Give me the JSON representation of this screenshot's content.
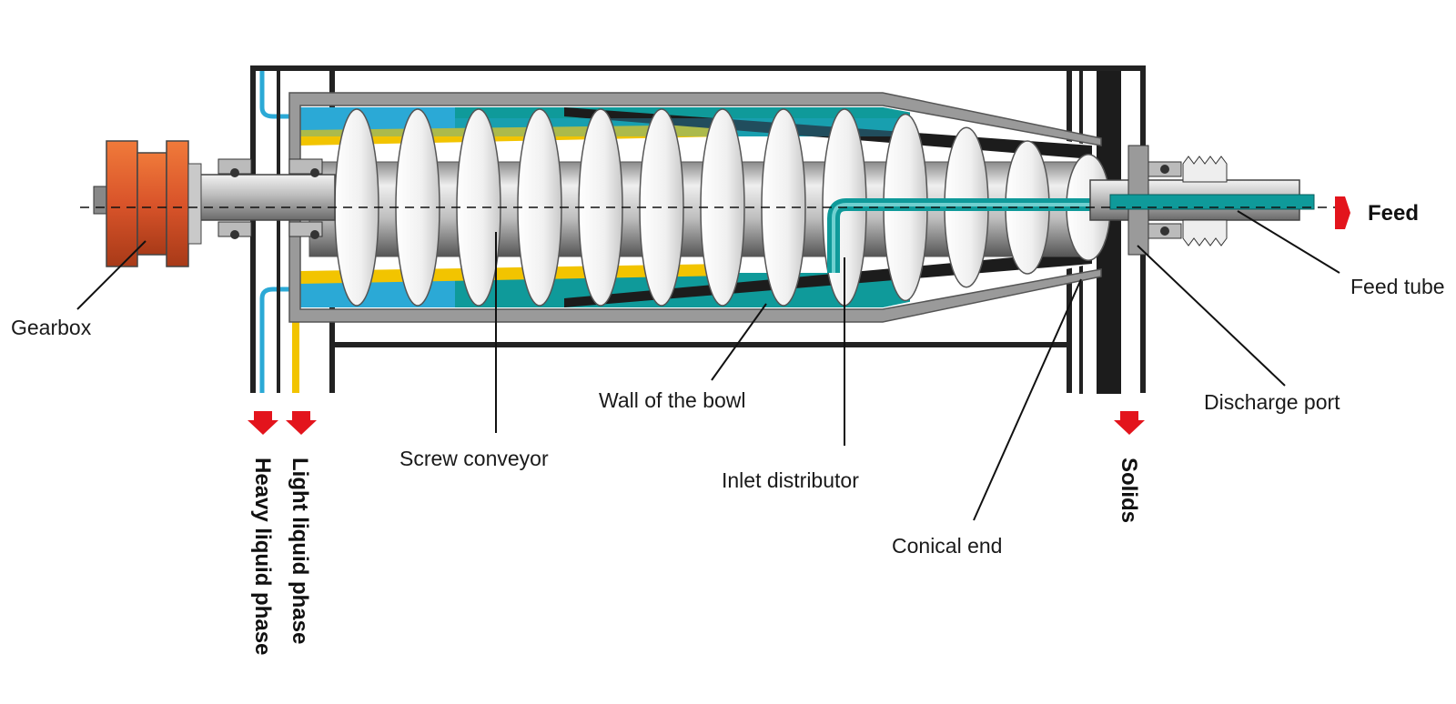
{
  "labels": {
    "gearbox": "Gearbox",
    "screw_conveyor": "Screw conveyor",
    "wall_of_bowl": "Wall of the bowl",
    "inlet_distributor": "Inlet distributor",
    "conical_end": "Conical end",
    "discharge_port": "Discharge port",
    "feed_tube": "Feed tube"
  },
  "flows": {
    "feed": "Feed",
    "light_liquid_phase": "Light liquid phase",
    "heavy_liquid_phase": "Heavy liquid phase",
    "solids": "Solids"
  },
  "colors": {
    "arrow_red": "#e3141c",
    "gearbox_orange": "#e05a2a",
    "liquid_light_yellow": "#f2c400",
    "liquid_heavy_teal": "#0f9a9a",
    "liquid_blue": "#2ba9d6",
    "solids_dark": "#1c1c1c",
    "frame_dark": "#222222",
    "bowl_grey": "#9a9a9a",
    "screw_light": "#ededed"
  }
}
